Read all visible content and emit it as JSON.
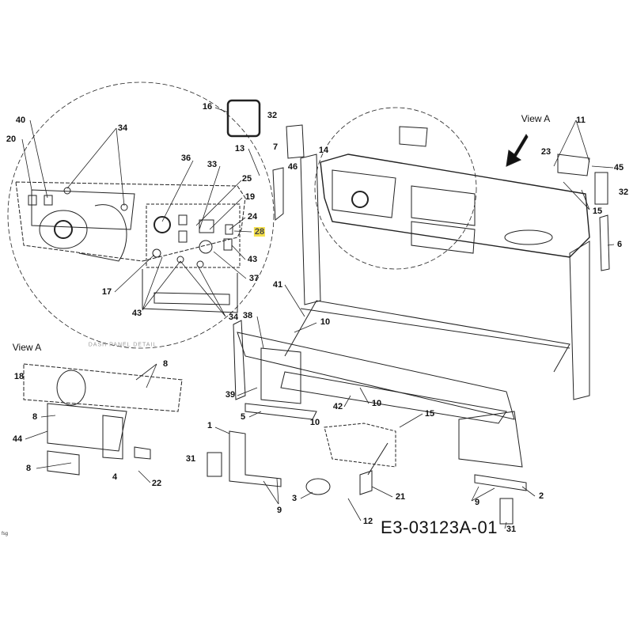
{
  "diagram": {
    "drawing_code": "E3-03123A-01",
    "view_label": "View A",
    "inset_title": "View A",
    "inset_caption": "DASH PANEL DETAIL",
    "corner_mark": "fsg",
    "highlight_color": "#f5e04a",
    "callouts": {
      "c40": "40",
      "c20": "20",
      "c34a": "34",
      "c16": "16",
      "c32a": "32",
      "c13": "13",
      "c7": "7",
      "c36": "36",
      "c33": "33",
      "c25": "25",
      "c46": "46",
      "c19": "19",
      "c24": "24",
      "c28": "28",
      "c43a": "43",
      "c37": "37",
      "c17": "17",
      "c43b": "43",
      "c34b": "34",
      "c38": "38",
      "c14": "14",
      "c41": "41",
      "c10a": "10",
      "c11": "11",
      "c23": "23",
      "c45": "45",
      "c32b": "32",
      "c15a": "15",
      "c6": "6",
      "c39": "39",
      "c5": "5",
      "c10b": "10",
      "c42": "42",
      "c10c": "10",
      "c15b": "15",
      "c1": "1",
      "c31a": "31",
      "c9a": "9",
      "c3": "3",
      "c21": "21",
      "c12": "12",
      "c9b": "9",
      "c2": "2",
      "c31b": "31",
      "c18": "18",
      "c8a": "8",
      "c8b": "8",
      "c44": "44",
      "c8c": "8",
      "c4": "4",
      "c22": "22"
    }
  }
}
